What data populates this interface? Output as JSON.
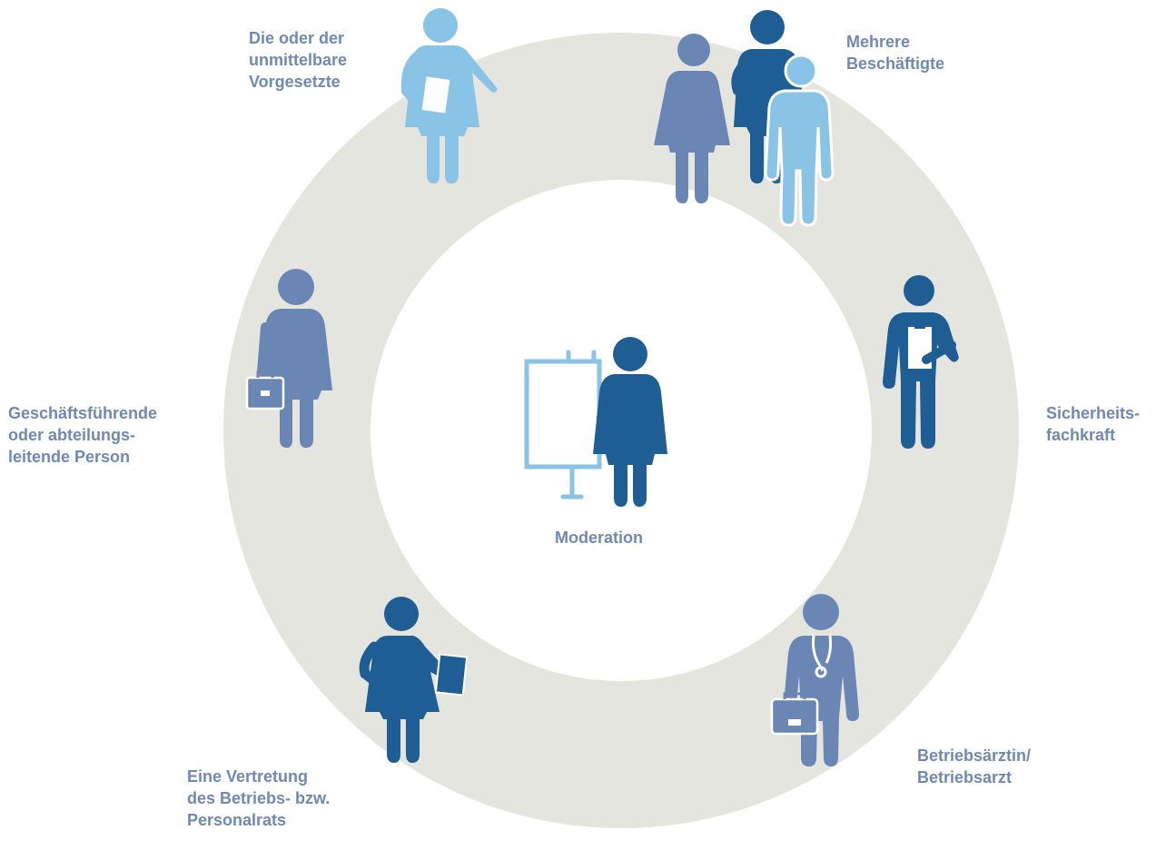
{
  "colors": {
    "ring": "#e4e5de",
    "center": "#ffffff",
    "dark_blue": "#1f5e94",
    "mid_blue": "#6a86b4",
    "light_blue": "#89c3e6",
    "label": "#6f89b4"
  },
  "center": {
    "label": "Moderation",
    "icon": "presenter-with-flipchart-icon"
  },
  "roles": {
    "supervisor": {
      "lines": [
        "Die oder der",
        "unmittelbare",
        "Vorgesetzte"
      ],
      "icon": "woman-with-document-icon"
    },
    "employees": {
      "lines": [
        "Mehrere",
        "Beschäftigte"
      ],
      "icon": "group-of-people-icon"
    },
    "manager": {
      "lines": [
        "Geschäftsführende",
        "oder abteilungs-",
        "leitende Person"
      ],
      "icon": "woman-with-briefcase-icon"
    },
    "safety": {
      "lines": [
        "Sicherheits-",
        "fachkraft"
      ],
      "icon": "man-with-clipboard-icon"
    },
    "council": {
      "lines": [
        "Eine Vertretung",
        "des Betriebs- bzw.",
        "Personalrats"
      ],
      "icon": "woman-with-folder-icon"
    },
    "doctor": {
      "lines": [
        "Betriebsärztin/",
        "Betriebsarzt"
      ],
      "icon": "doctor-with-stethoscope-icon"
    }
  }
}
